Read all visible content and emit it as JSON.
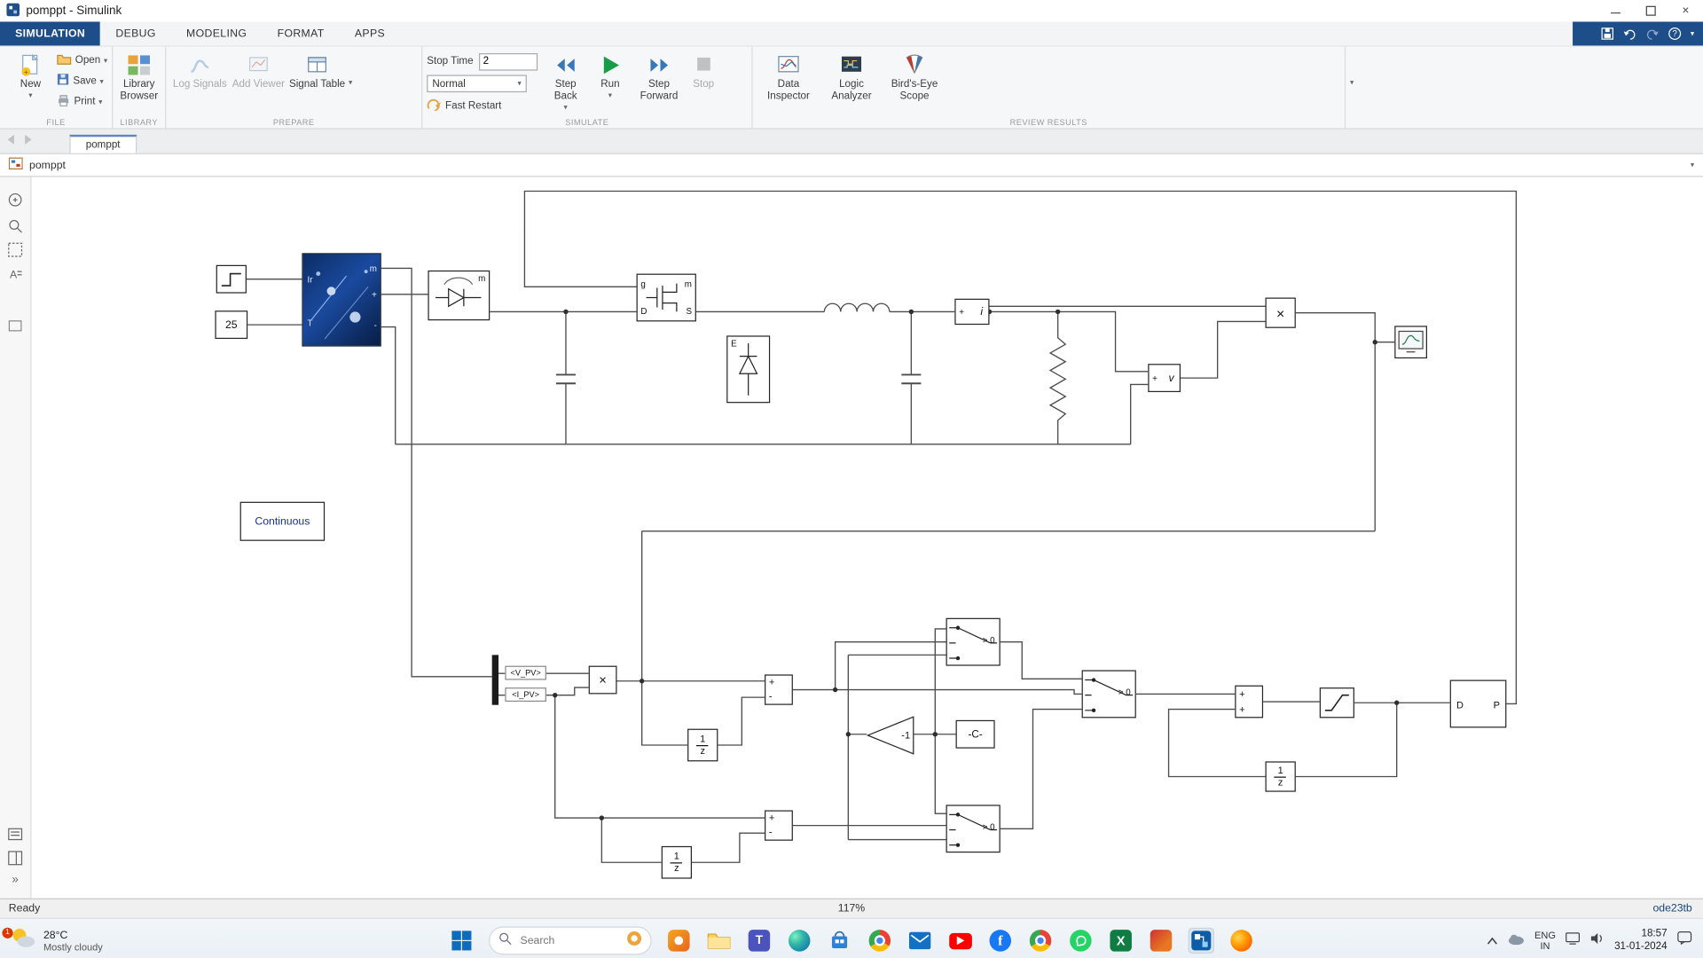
{
  "titlebar": {
    "title": "pomppt - Simulink"
  },
  "ribbon": {
    "tabs": [
      {
        "label": "SIMULATION"
      },
      {
        "label": "DEBUG"
      },
      {
        "label": "MODELING"
      },
      {
        "label": "FORMAT"
      },
      {
        "label": "APPS"
      }
    ],
    "file": {
      "new": "New",
      "open": "Open",
      "save": "Save",
      "print": "Print",
      "caption": "FILE"
    },
    "library": {
      "browser": "Library Browser",
      "caption": "LIBRARY"
    },
    "prepare": {
      "log_signals": "Log Signals",
      "add_viewer": "Add Viewer",
      "signal_table": "Signal Table",
      "caption": "PREPARE"
    },
    "simulate": {
      "stop_time_label": "Stop Time",
      "stop_time_value": "2",
      "mode": "Normal",
      "fast_restart": "Fast Restart",
      "step_back": "Step Back",
      "run": "Run",
      "step_forward": "Step Forward",
      "stop": "Stop",
      "caption": "SIMULATE"
    },
    "review": {
      "data_inspector": "Data Inspector",
      "logic_analyzer": "Logic Analyzer",
      "birdseye_scope": "Bird's-Eye Scope",
      "caption": "REVIEW RESULTS"
    }
  },
  "docbar": {
    "tab": "pomppt"
  },
  "breadcrumb": {
    "model": "pomppt"
  },
  "canvas": {
    "blocks": {
      "constant_top": "25",
      "pv": {
        "in_ir": "Ir",
        "in_t": "T",
        "out_m": "m",
        "out_plus": "+",
        "out_minus": "-"
      },
      "converter_label": "m",
      "mosfet": {
        "g": "g",
        "m": "m",
        "d": "D",
        "s": "S"
      },
      "igbt_label": "E",
      "current_sensor": {
        "sign": "+",
        "label": "i"
      },
      "voltage_sensor": {
        "sign": "+",
        "label": "v"
      },
      "product_label": "×",
      "powergui_label": "Continuous",
      "bus_tag_v": "<V_PV>",
      "bus_tag_i": "<I_PV>",
      "delay_num": "1",
      "delay_den": "z",
      "sum_plus": "+",
      "sum_minus": "-",
      "switch_criteria": "> 0",
      "gain_label": "-1",
      "constant_c_label": "-C-",
      "subsystem_in": "D",
      "subsystem_out": "P"
    }
  },
  "statusbar": {
    "state": "Ready",
    "zoom": "117%",
    "solver": "ode23tb"
  },
  "taskbar": {
    "weather": {
      "badge": "1",
      "temp": "28°C",
      "desc": "Mostly cloudy"
    },
    "search_placeholder": "Search",
    "tray": {
      "lang": "ENG",
      "region": "IN",
      "time": "18:57",
      "date": "31-01-2024"
    }
  },
  "colors": {
    "accent_navy": "#1d4e89",
    "run_green": "#159e46",
    "wire": "#4c4c4c",
    "solver_text": "#16457e"
  }
}
